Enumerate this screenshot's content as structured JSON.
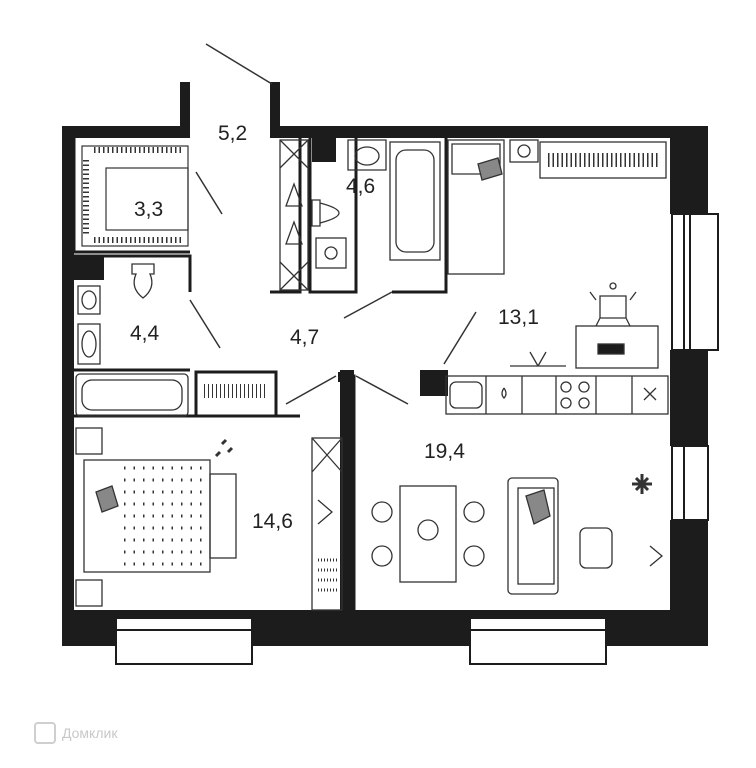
{
  "rooms": [
    {
      "id": "entrance",
      "area": "5,2"
    },
    {
      "id": "wardrobe",
      "area": "3,3"
    },
    {
      "id": "bathroom-1",
      "area": "4,6"
    },
    {
      "id": "bathroom-2",
      "area": "4,4"
    },
    {
      "id": "hallway",
      "area": "4,7"
    },
    {
      "id": "bedroom-1",
      "area": "13,1"
    },
    {
      "id": "living-kitchen",
      "area": "19,4"
    },
    {
      "id": "bedroom-2",
      "area": "14,6"
    }
  ],
  "watermark": {
    "text": "Домклик"
  },
  "colors": {
    "wall": "#1c1c1c",
    "line": "#333333",
    "background": "#ffffff"
  },
  "icons": [
    "door-swing-icon",
    "bathtub-icon",
    "toilet-icon",
    "sink-icon",
    "bed-icon",
    "desk-icon",
    "office-chair-icon",
    "kitchen-stove-icon",
    "dining-table-icon",
    "sofa-icon",
    "plant-icon",
    "wardrobe-icon",
    "window-icon"
  ]
}
